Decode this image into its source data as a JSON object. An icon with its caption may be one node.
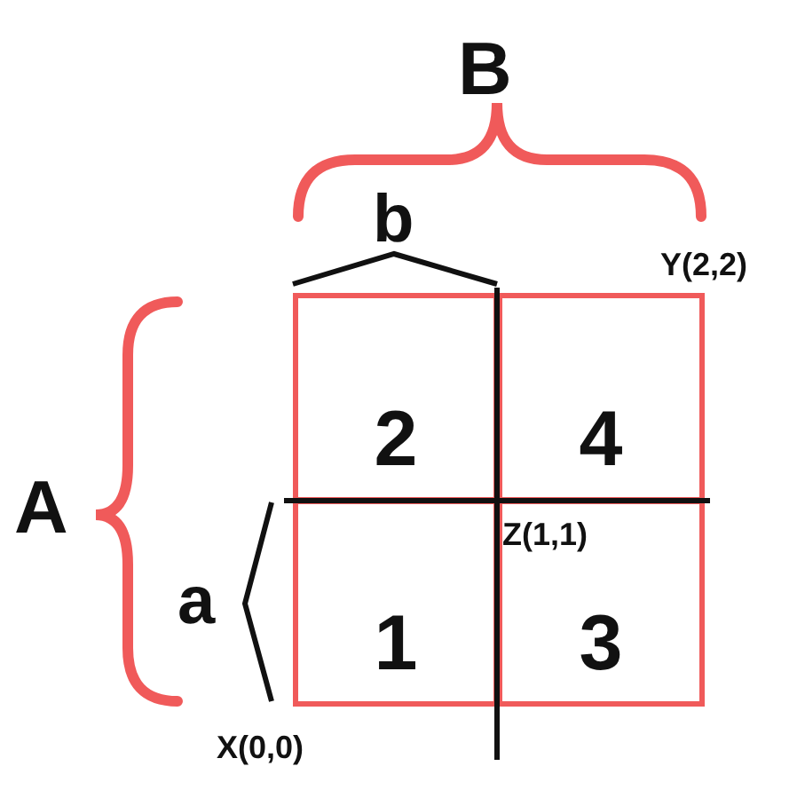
{
  "diagram": {
    "nodes": [
      {
        "text": [
          "2"
        ]
      },
      {
        "text": [
          "4"
        ]
      },
      {
        "text": [
          "1"
        ]
      },
      {
        "text": [
          "3"
        ]
      }
    ],
    "labels": [
      "B",
      "b",
      "Y(2,2)",
      "A",
      "Z(1,1)",
      "a",
      "X(0,0)"
    ]
  }
}
